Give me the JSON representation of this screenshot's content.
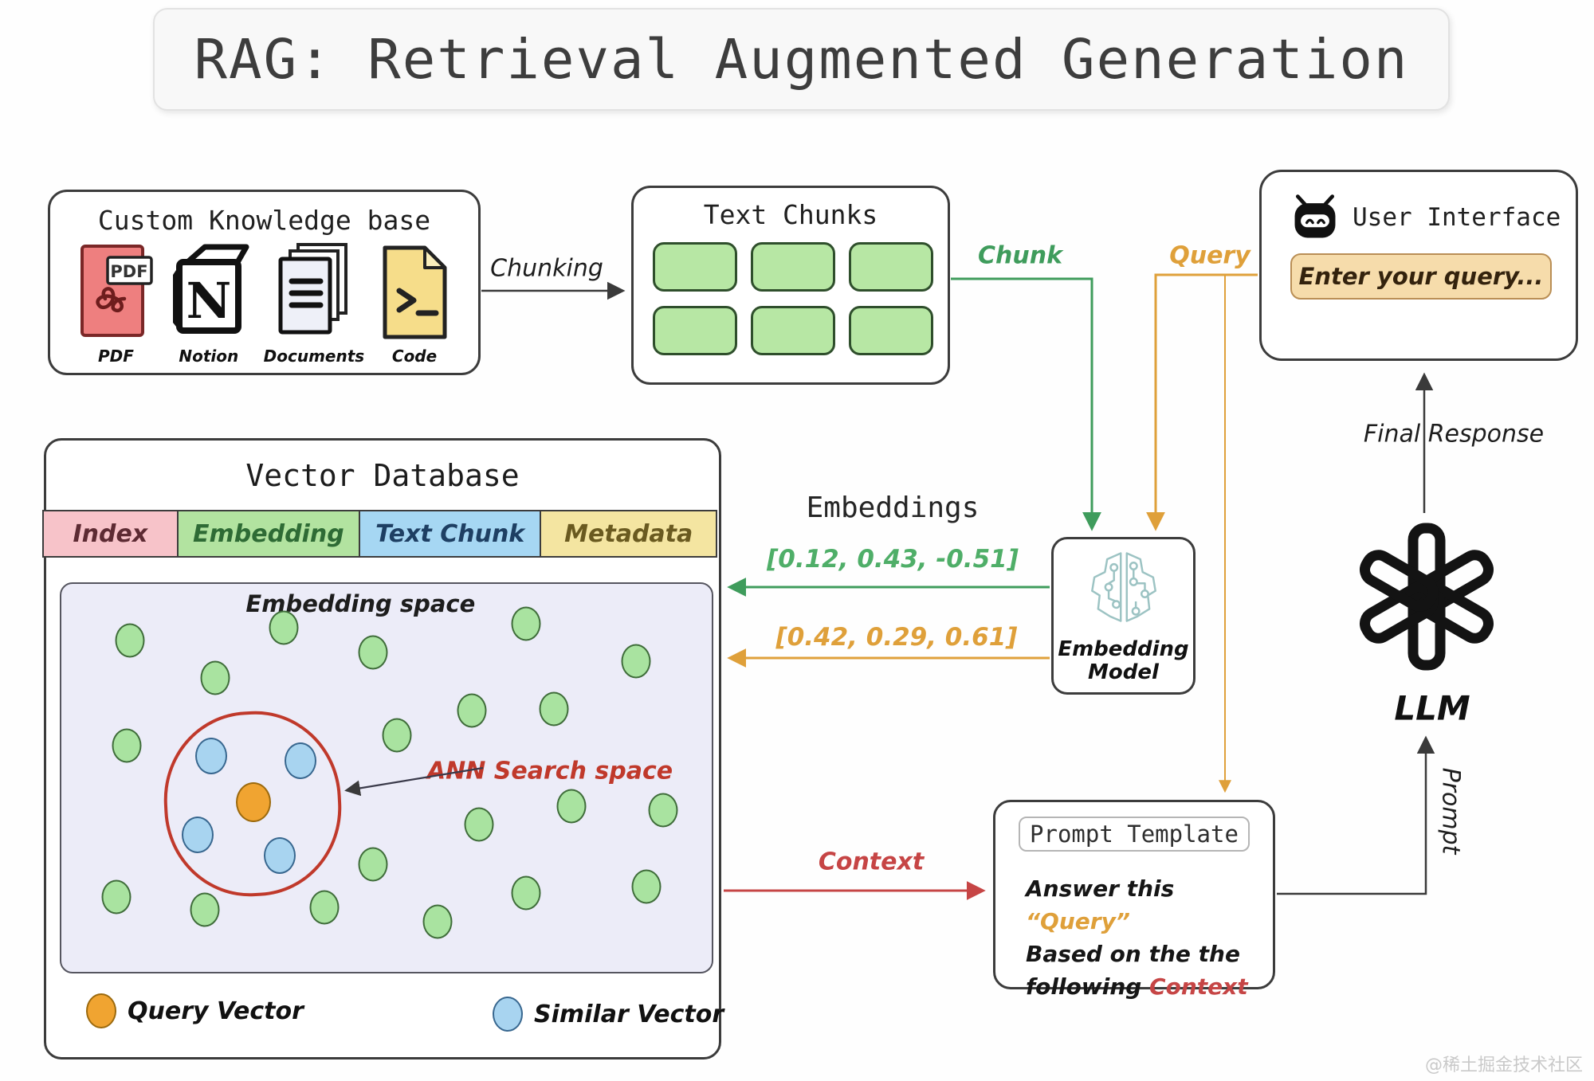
{
  "title": "RAG: Retrieval Augmented Generation",
  "knowledge_base": {
    "title": "Custom Knowledge base",
    "sources": [
      {
        "name": "PDF",
        "badge": "PDF"
      },
      {
        "name": "Notion",
        "badge": "N"
      },
      {
        "name": "Documents"
      },
      {
        "name": "Code"
      }
    ]
  },
  "text_chunks": {
    "title": "Text Chunks",
    "chunk_count": 6
  },
  "user_interface": {
    "title": "User Interface",
    "input_text": "Enter your query..."
  },
  "vector_database": {
    "title": "Vector Database",
    "columns": [
      {
        "label": "Index",
        "color": "#f7c3c9"
      },
      {
        "label": "Embedding",
        "color": "#b2e3a0"
      },
      {
        "label": "Text Chunk",
        "color": "#a6d7f3"
      },
      {
        "label": "Metadata",
        "color": "#f4e5a1"
      }
    ],
    "embedding_space": {
      "title": "Embedding space",
      "ann_label": "ANN Search space",
      "green_dots": [
        [
          10.5,
          14.6
        ],
        [
          34.2,
          11.3
        ],
        [
          47.9,
          17.7
        ],
        [
          71.5,
          10.3
        ],
        [
          88.4,
          19.9
        ],
        [
          23.7,
          24.2
        ],
        [
          63.1,
          32.6
        ],
        [
          75.7,
          32.2
        ],
        [
          10.0,
          41.7
        ],
        [
          51.6,
          39.0
        ],
        [
          64.2,
          62.0
        ],
        [
          78.4,
          57.3
        ],
        [
          92.5,
          58.3
        ],
        [
          47.9,
          72.3
        ],
        [
          71.5,
          79.7
        ],
        [
          90.0,
          78.0
        ],
        [
          8.4,
          80.7
        ],
        [
          22.1,
          84.0
        ],
        [
          40.5,
          83.4
        ],
        [
          57.8,
          87.1
        ]
      ],
      "blue_dots": [
        [
          23.1,
          44.4
        ],
        [
          36.8,
          45.6
        ],
        [
          21.0,
          64.7
        ],
        [
          33.6,
          70.0
        ]
      ],
      "query_dot": [
        29.5,
        56.3
      ]
    },
    "legend": {
      "query": {
        "label": "Query Vector",
        "color": "#f0a431"
      },
      "similar": {
        "label": "Similar Vector",
        "color": "#a8d4f0"
      }
    }
  },
  "embeddings": {
    "title": "Embeddings",
    "chunk_vector": "[0.12, 0.43, -0.51]",
    "query_vector": "[0.42, 0.29, 0.61]"
  },
  "embedding_model": {
    "label_line1": "Embedding",
    "label_line2": "Model"
  },
  "llm": {
    "label": "LLM"
  },
  "prompt_template": {
    "title": "Prompt Template",
    "body": {
      "line1_text": "Answer this",
      "line1_highlight": "“Query”",
      "line2_text": "Based on the the",
      "line3_text": "following",
      "line3_highlight": "Context"
    }
  },
  "flow_labels": {
    "chunking": "Chunking",
    "chunk": "Chunk",
    "query": "Query",
    "context": "Context",
    "final_response": "Final Response",
    "prompt": "Prompt"
  },
  "watermark": "@稀土掘金技术社区",
  "colors": {
    "green_accent": "#3f9c5c",
    "orange_accent": "#dfa03a",
    "red_accent": "#c64545",
    "arrow_dark": "#3a3a3a",
    "chunk_fill": "#b7e7a4",
    "chunk_border": "#2f4f2c",
    "space_bg": "#ececf8",
    "input_bg": "#f6dcab",
    "green_dot_fill": "#a9e3a0",
    "green_dot_border": "#3f6d3a",
    "blue_dot_fill": "#a8d4f0",
    "blue_dot_border": "#38678f",
    "query_dot_fill": "#f0a431",
    "query_dot_border": "#9c6a0e",
    "ann_circle": "#c0392b"
  }
}
